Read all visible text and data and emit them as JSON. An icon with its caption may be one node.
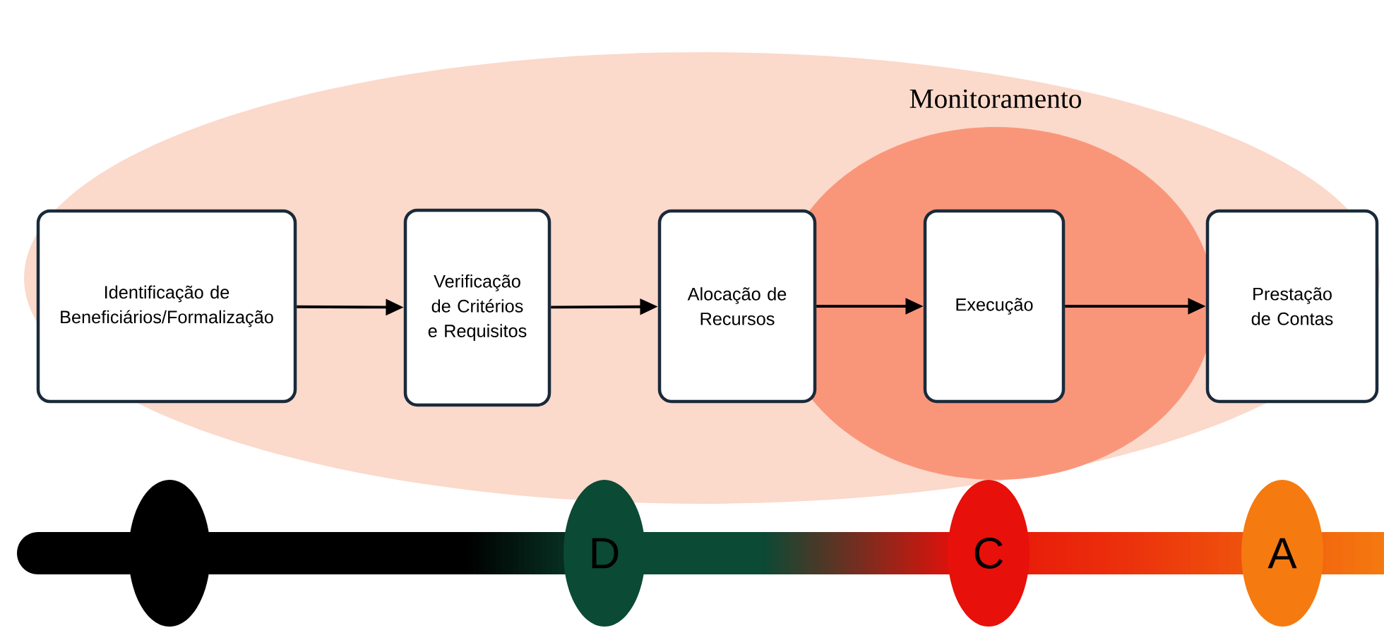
{
  "diagram": {
    "nodes": [
      {
        "text": [],
        "shape": "ellipse"
      },
      {
        "text": [
          "Monitoramento"
        ],
        "in": 0
      },
      {
        "text": [
          "Identificação de Beneficiários/Formalização"
        ],
        "in": 0
      },
      {
        "text": [
          "Verificação de Critérios e Requisitos"
        ],
        "in": 0
      },
      {
        "text": [
          "Alocação de Recursos"
        ],
        "in": 0
      },
      {
        "text": [
          "Execução"
        ],
        "in": 1
      },
      {
        "text": [
          "Prestação de Contas"
        ],
        "in": 0
      },
      {
        "text": [],
        "shape": "ellipse"
      },
      {
        "text": [
          "D"
        ]
      },
      {
        "text": [
          "C"
        ]
      },
      {
        "text": [
          "A"
        ]
      }
    ],
    "edges": [
      {
        "from": 2,
        "to": 3,
        "arrow": "to"
      },
      {
        "from": 3,
        "to": 4,
        "arrow": "to"
      },
      {
        "from": 4,
        "to": 5,
        "arrow": "to"
      },
      {
        "from": 5,
        "to": 6,
        "arrow": "to"
      }
    ]
  }
}
